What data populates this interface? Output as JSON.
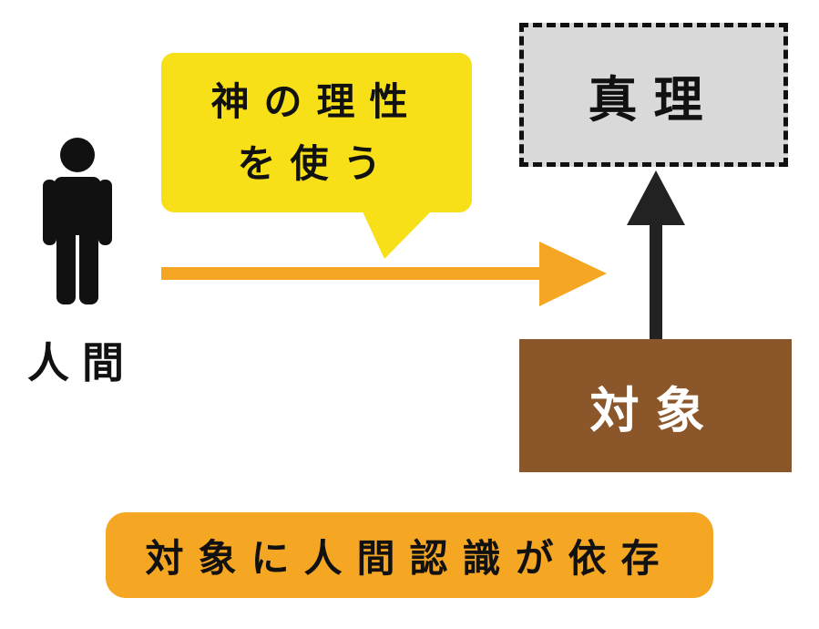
{
  "human": {
    "label": "人間",
    "icon": "person-icon"
  },
  "bubble": {
    "line1": "神の理性",
    "line2": "を使う"
  },
  "truth": {
    "label": "真理"
  },
  "object": {
    "label": "対象"
  },
  "footer": {
    "label": "対象に人間認識が依存"
  },
  "colors": {
    "bubble": "#f7e017",
    "arrow_orange": "#f5a623",
    "object_brown": "#8b572a",
    "truth_gray": "#d9d9d9",
    "footer_orange": "#f5a623"
  }
}
